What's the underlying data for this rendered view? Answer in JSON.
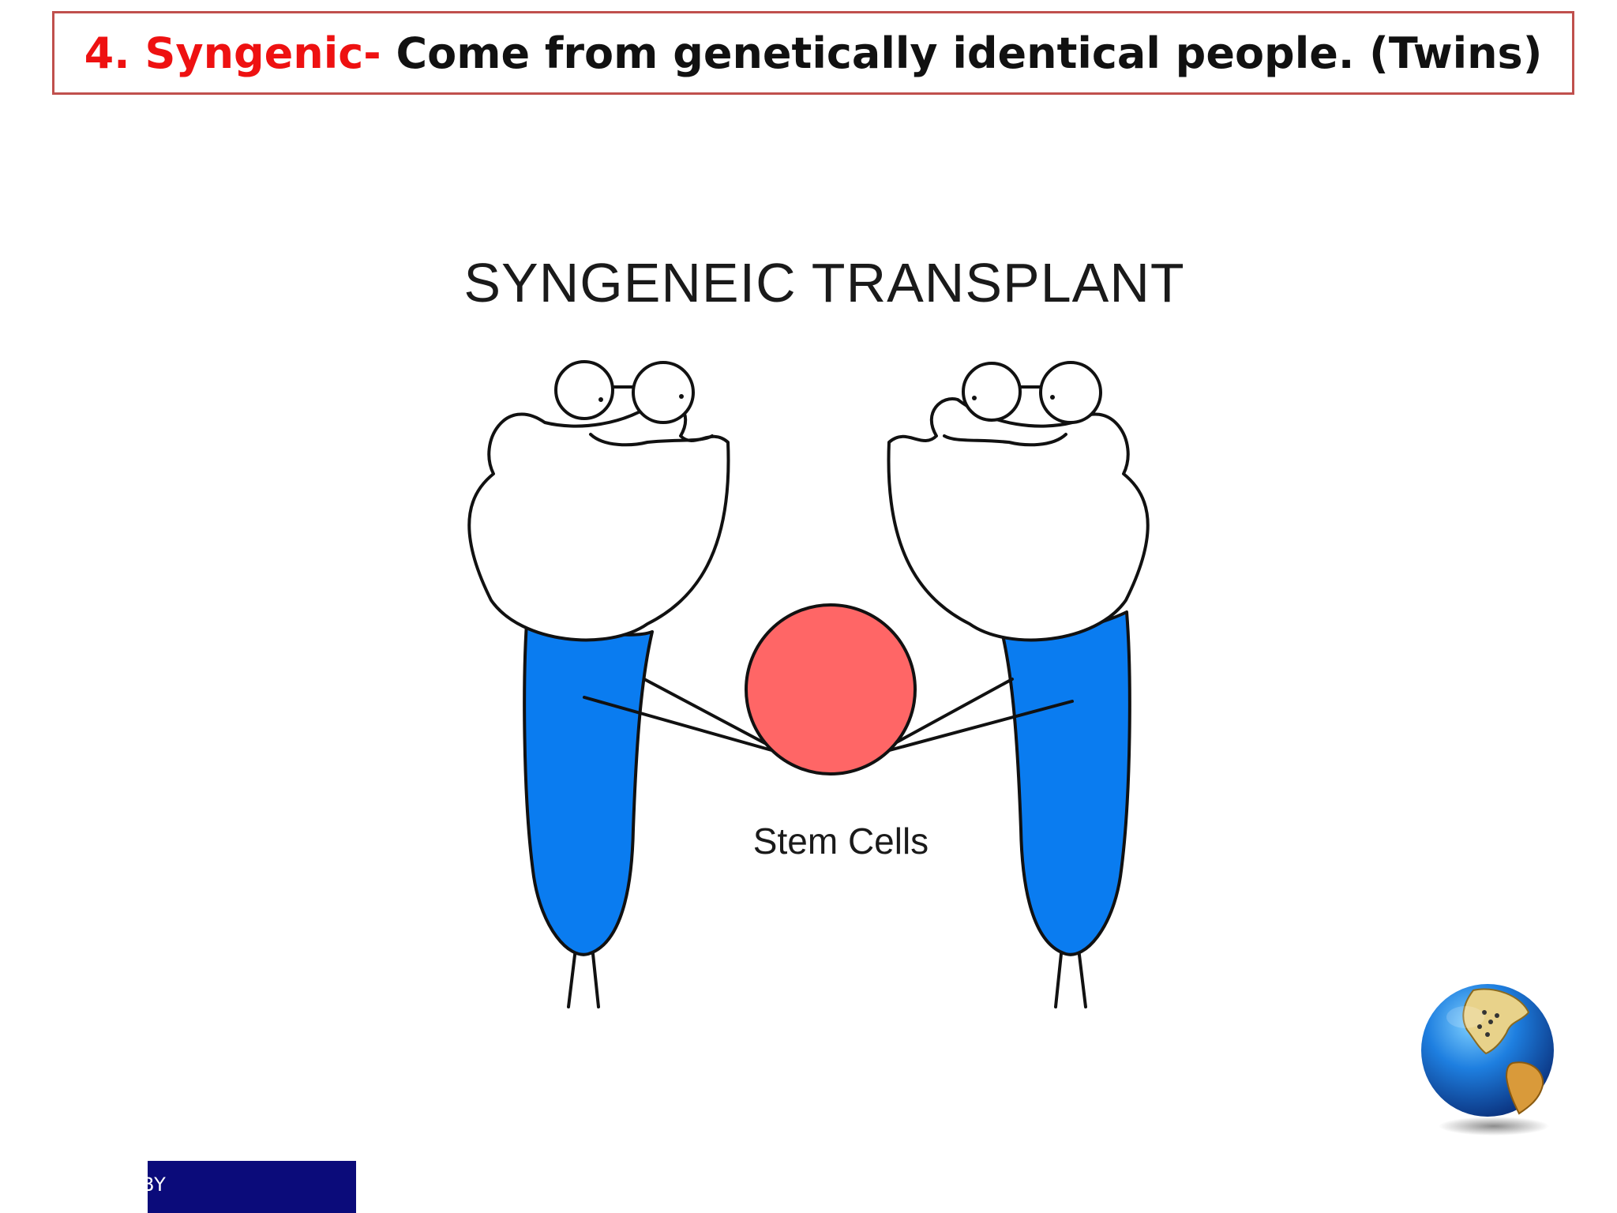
{
  "slide": {
    "heading_prefix": "4. Syngenic-",
    "heading_rest": "Come from genetically identical people. (Twins)"
  },
  "figure": {
    "title": "SYNGENEIC TRANSPLANT",
    "center_label": "Stem Cells"
  },
  "footer": {
    "badge_text": "BY"
  },
  "colors": {
    "accent_red": "#ee1111",
    "border": "#c0504d",
    "body_blue": "#0a7cf0",
    "cell_pink": "#ff6666",
    "footer_navy": "#0b0b7a"
  },
  "icons": [
    "globe-icon"
  ]
}
